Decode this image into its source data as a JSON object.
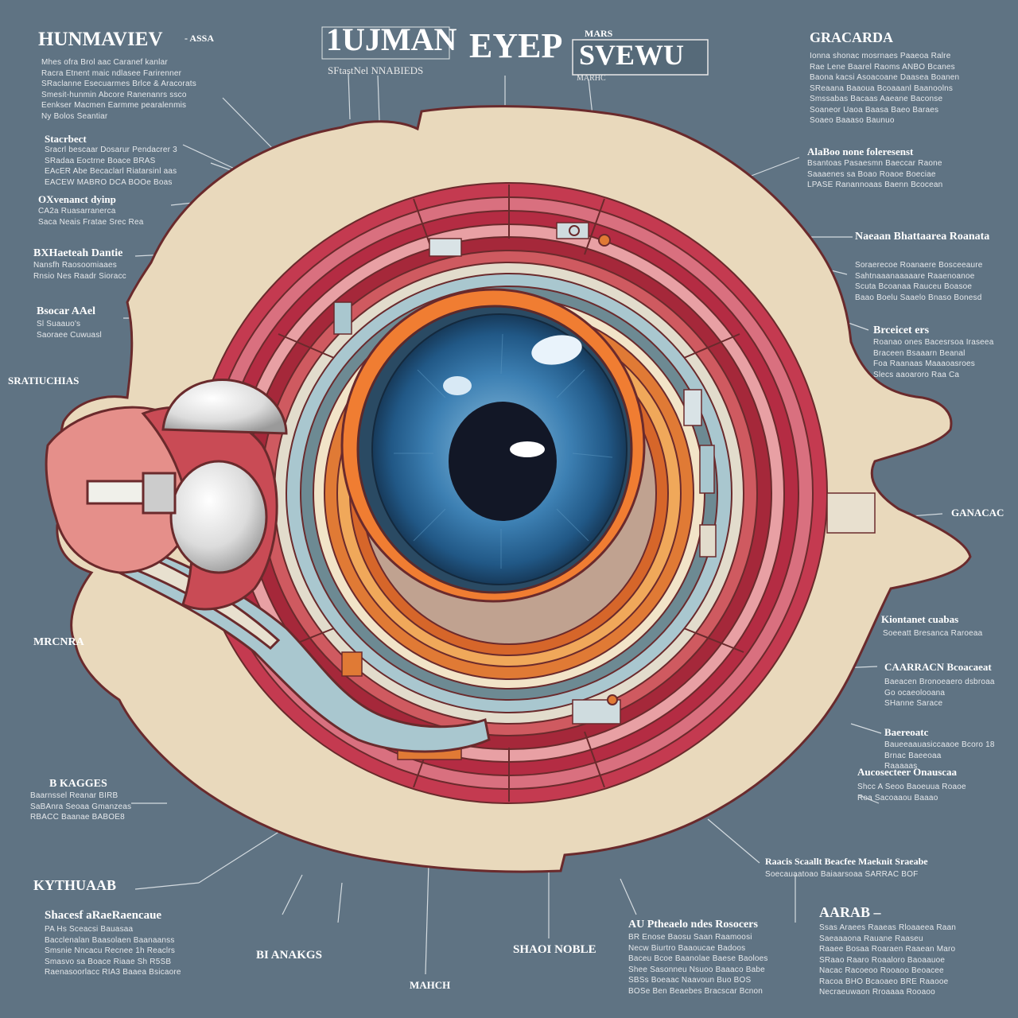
{
  "title": {
    "left": "HUNMAVIEV",
    "left_suffix": "- ASSA",
    "main_part1": "1UJMAN",
    "main_part2": "EYEP",
    "badge_top": "MARS",
    "badge": "SVEWU",
    "subtitle": "SFtastNel NNABIEDS",
    "badge_sub": "MARHC"
  },
  "texts": {
    "tl_para": "Mhes ofra Brol aac Caranef kanlar\nRacra Etnent maic ndlasee Farirenner\nSRaclanne Esecuarmes Brlce & Aracorats\nSmesit-hunmin Abcore Ranenanrs ssco\nEenkser Macmen Earmme pearalenmis\nNy Bolos Seantiar",
    "tl2_head": "Stacrbect",
    "tl2_para": "Sracrl bescaar Dosarur Pendacrer 3\nSRadaa Eoctrne Boace BRAS\nEAcER Abe Becaclarl Riatarsinl aas\nEACEW MABRO DCA BOOe Boas",
    "oc_head": "OXvenanct dyinp",
    "oc_para": "CA2a Ruasarranerca\nSaca Neais Fratae Srec Rea",
    "bx_head": "BXHaeteah Dantie",
    "bx_para": "Nansfh Raosoomiaaes\nRnsio Nes Raadr Sioracc",
    "bv_head": "Bsocar AAel",
    "bv_para": "Sl Suaauo's\nSaoraee Cuwuasl",
    "sm_head": "SRATIUCHIAS",
    "mr_head": "MRCNRA",
    "bk_head": "B KAGGES",
    "bk_para": "Baarnssel Reanar BIRB\nSaBAnra Seoaa Gmanzeas\nRBACC Baanae BABOE8",
    "ky_head": "KYTHUAAB",
    "bl_head": "Shacesf aRaeRaencaue",
    "bl_para": "PA Hs Sceacsi Bauasaa\nBacclenalan Baasolaen Baanaanss\nSmsnie Nncacu Recnee 1h Reaclrs\nSmasvo sa Boace Riaae Sh R5SB\nRaenasoorlacc RIA3 Baaea Bsicaore",
    "bm1": "BI ANAKGS",
    "bm2": "SHAOI NOBLE",
    "bm3": "MAHCH",
    "bc_head": "AU Ptheaelo ndes Rosocers",
    "bc_para": "BR Enose Baosu Saan Raamoosi\nNecw Biurtro Baaoucae Badoos\nBaceu Bcoe Baanolae Baese Baoloes\nShee Sasonneu Nsuoo Baaaco Babe\nSBSs Boeaac Naavoun Buo BOS\nBOSe Ben Beaebes Bracscar Bcnon",
    "tr_head": "GRACARDA",
    "tr_para": "Ionna shonac mosrnaes Paaeoa Ralre\nRae Lene Baarel Raoms ANBO Bcanes\nBaona kacsi Asoacoane Daasea Boanen\nSReaana Baaoua Bcoaaanl Baanoolns\nSmssabas Bacaas Aaeane Baconse\nSoaneor Uaoa Baasa Baeo Baraes\nSoaeo Baaaso Baunuo",
    "rb_head": "AlaBoo none foleresenst",
    "rb_para": "Bsantoas Pasaesmn Baeccar Raone\nSaaaenes sa Boao Roaoe Boeciae\nLPASE Ranannoaas Baenn Bcocean",
    "rn_head": "Naeaan Bhattaarea Roanata",
    "rn_para": "Soraerecoe Roanaere Bosceeaure\nSahtnaaanaaaaare Raaenoanoe\nScuta Bcoanaa Rauceu Boasoe\nBaao Boelu Saaelo Bnaso Bonesd",
    "rbs_head": "Brceicet ers",
    "rbs_para": "Roanao ones Bacesrsoa Iraseea\nBraceen Bsaaarn Beanal\nFoa Raanaas Maaaoasroes\nSlecs aaoaroro Raa Ca",
    "sc_head": "GANACAC",
    "rc_head": "Kiontanet cuabas",
    "rc_para": "Soeeatt Bresanca Raroeaa",
    "rca_head": "CAARRACN Bcoacaeat",
    "rca_para": "Baeacen Bronoeaero dsbroaa\nGo ocaeolooana\nSHanne Sarace",
    "rbp_head": "Baereoatc",
    "rbp_para": "Baueeaauasiccaaoe Bcoro 18\nBrnac Baeeoaa\nRaaaaas",
    "rr_head": "Aucosecteer Onauscaa",
    "rr_para": "Shcc A Seoo Baoeuua Roaoe\nRoa Sacoaaou Baaao",
    "rbl_head": "Raacis Scaallt Beacfee Maeknit Sraeabe",
    "rbl_para": "Soecauaatoao Baiaarsoaa SARRAC BOF",
    "br_head": "AARAB –",
    "br_para": "Ssas Araees Raaeas Rloaaeea Raan\nSaeaaaona Rauane Raaseu\nRaaee Bosaa Roaraen Raaean Maro\nSRaao Raaro Roaaloro Baoaauoe\nNacac Racoeoo Rooaoo Beoacee\nRacoa BHO Bcaoaeo BRE Raaooe\nNecraeuwaon Rroaaaa Rooaoo"
  },
  "colors": {
    "background": "#5f7383",
    "bone": "#e9d9bc",
    "outline": "#6a2a2c",
    "iris": "#2d6a9c",
    "pupil": "#121726",
    "orange": "#e07a35",
    "crimson": "#b8374a",
    "rose": "#d86e7c",
    "steel": "#a9c7cf"
  },
  "icons": {
    "lens": "lens-dome-icon",
    "ring": "ring-marker-icon"
  }
}
